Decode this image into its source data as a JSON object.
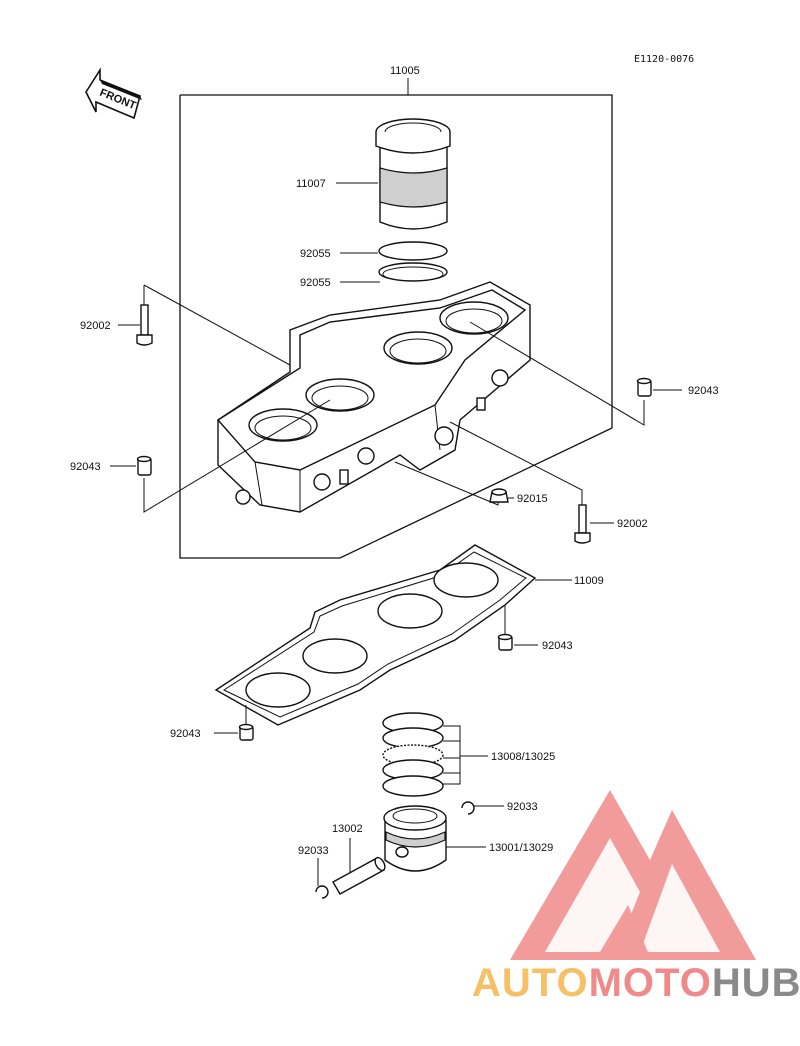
{
  "diagram_code": "E1120-0076",
  "front_label": "FRONT",
  "parts": {
    "p11005": "11005",
    "p11007": "11007",
    "p92055_a": "92055",
    "p92055_b": "92055",
    "p92002_left": "92002",
    "p92043_right_upper": "92043",
    "p92043_left_upper": "92043",
    "p92015": "92015",
    "p92002_right": "92002",
    "p11009": "11009",
    "p92043_gasket_right": "92043",
    "p92043_gasket_left": "92043",
    "p13008_13025": "13008/13025",
    "p92033_right": "92033",
    "p13002": "13002",
    "p92033_left": "92033",
    "p13001_13029": "13001/13029"
  },
  "watermark": {
    "part1": "AUTO",
    "part2": "MOTO",
    "part3": "HUB",
    "color1": "#f7c067",
    "color2": "#f08a8a",
    "color3": "#8a8a8a",
    "logo_color": "#f08a8a"
  }
}
